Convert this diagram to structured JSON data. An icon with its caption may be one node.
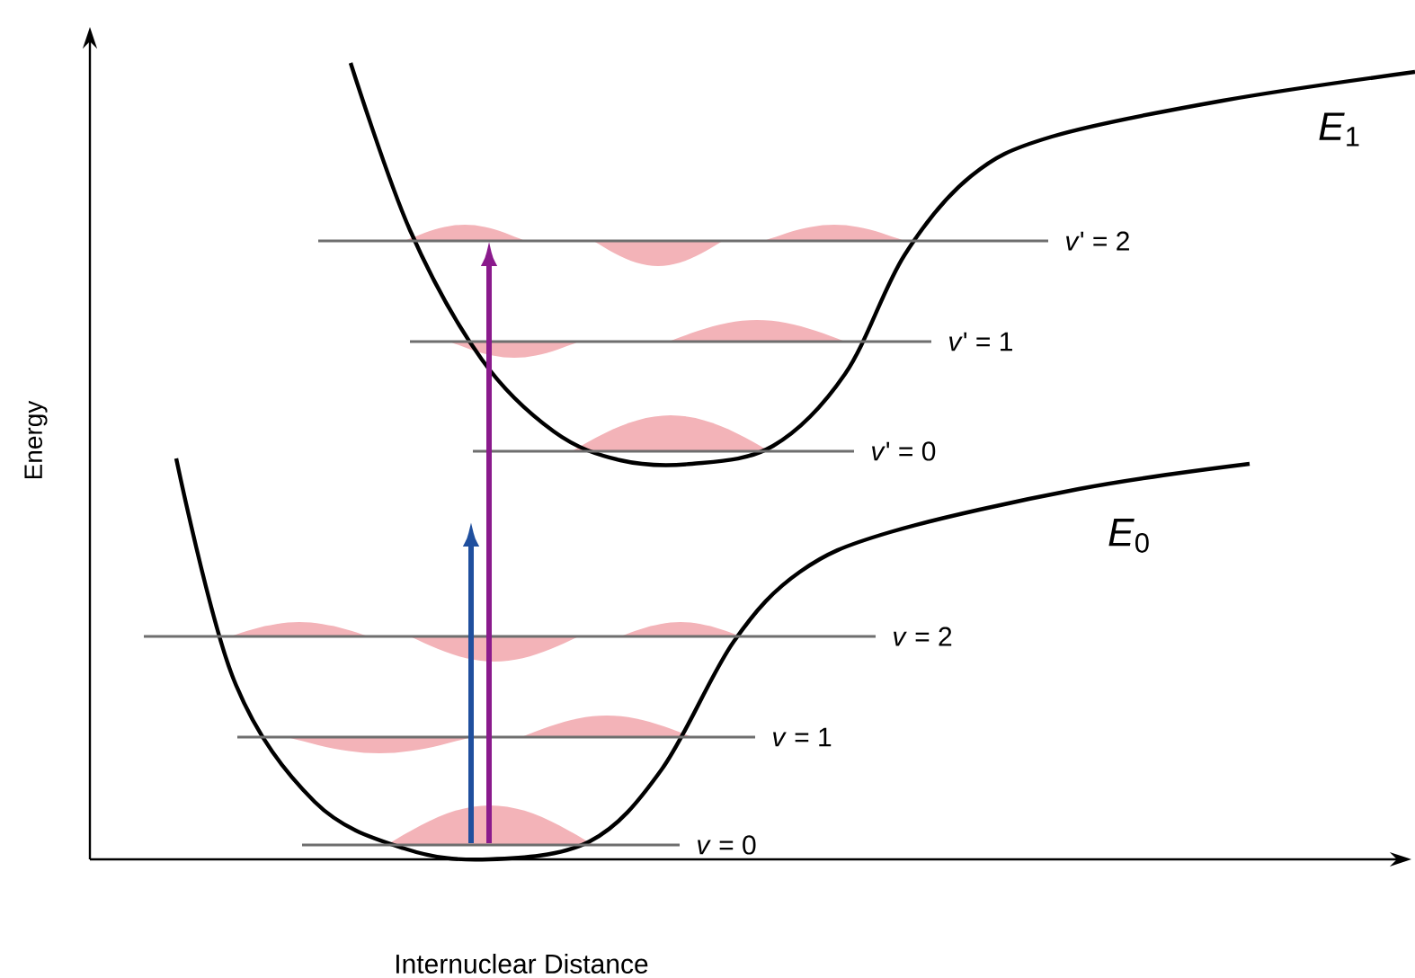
{
  "diagram": {
    "nodes": [
      {
        "text": [],
        "shape": "bar",
        "beside": [
          "*v*' = 2"
        ]
      },
      {
        "text": [],
        "shape": "bar",
        "beside": [
          "*v*' = 1"
        ]
      },
      {
        "text": [],
        "shape": "bar",
        "beside": [
          "*v*' = 0"
        ]
      },
      {
        "text": [],
        "shape": "bar",
        "beside": [
          "*v* = 2"
        ]
      },
      {
        "text": [],
        "shape": "bar",
        "beside": [
          "*v* = 1"
        ]
      },
      {
        "text": [],
        "shape": "bar",
        "beside": [
          "*v* = 0"
        ]
      }
    ],
    "edges": [
      {
        "from": 5,
        "to": null,
        "arrow": "to",
        "color": "#1f4f9e"
      },
      {
        "from": 5,
        "to": 0,
        "arrow": "to",
        "color": "#8a1a8c"
      }
    ],
    "labels": [
      "*E*$_{1}$",
      "*E*$_{0}$",
      "Energy",
      "Internuclear Distance"
    ]
  }
}
